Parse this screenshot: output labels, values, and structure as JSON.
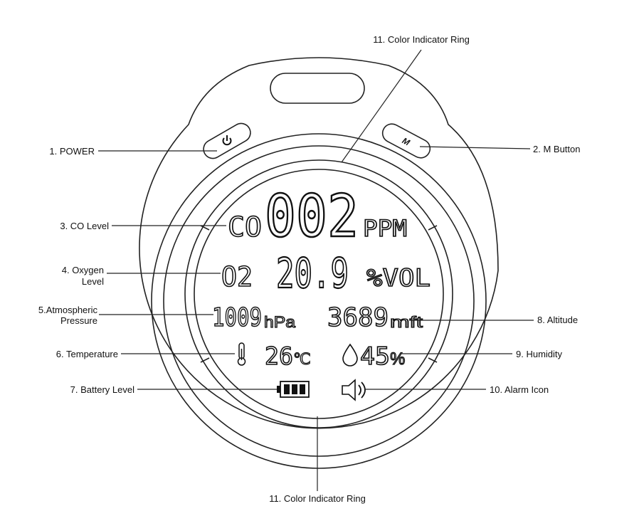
{
  "callouts": {
    "ring_top": "11. Color Indicator Ring",
    "ring_bottom": "11. Color Indicator Ring",
    "power": "1. POWER",
    "m_button": "2. M Button",
    "co_level": "3. CO Level",
    "oxygen_line1": "4. Oxygen",
    "oxygen_line2": "Level",
    "pressure_line1": "5.Atmospheric",
    "pressure_line2": "Pressure",
    "temperature": "6. Temperature",
    "battery": "7. Battery Level",
    "altitude": "8. Altitude",
    "humidity": "9. Humidity",
    "alarm": "10. Alarm Icon"
  },
  "buttons": {
    "m_label": "M"
  },
  "display": {
    "co_prefix": "CO",
    "co_value": "002",
    "co_unit": "PPM",
    "o2_prefix": "O2",
    "o2_value": "20.9",
    "o2_unit": "%VOL",
    "pressure_value": "1009",
    "pressure_unit": "hPa",
    "altitude_value": "3689",
    "altitude_unit": "mft",
    "temperature_value": "26",
    "temperature_unit": "℃",
    "humidity_value": "45",
    "humidity_unit": "%"
  },
  "icons": {
    "power": "power-icon",
    "thermometer": "thermometer-icon",
    "droplet": "droplet-icon",
    "battery": "battery-icon",
    "alarm": "speaker-icon"
  }
}
